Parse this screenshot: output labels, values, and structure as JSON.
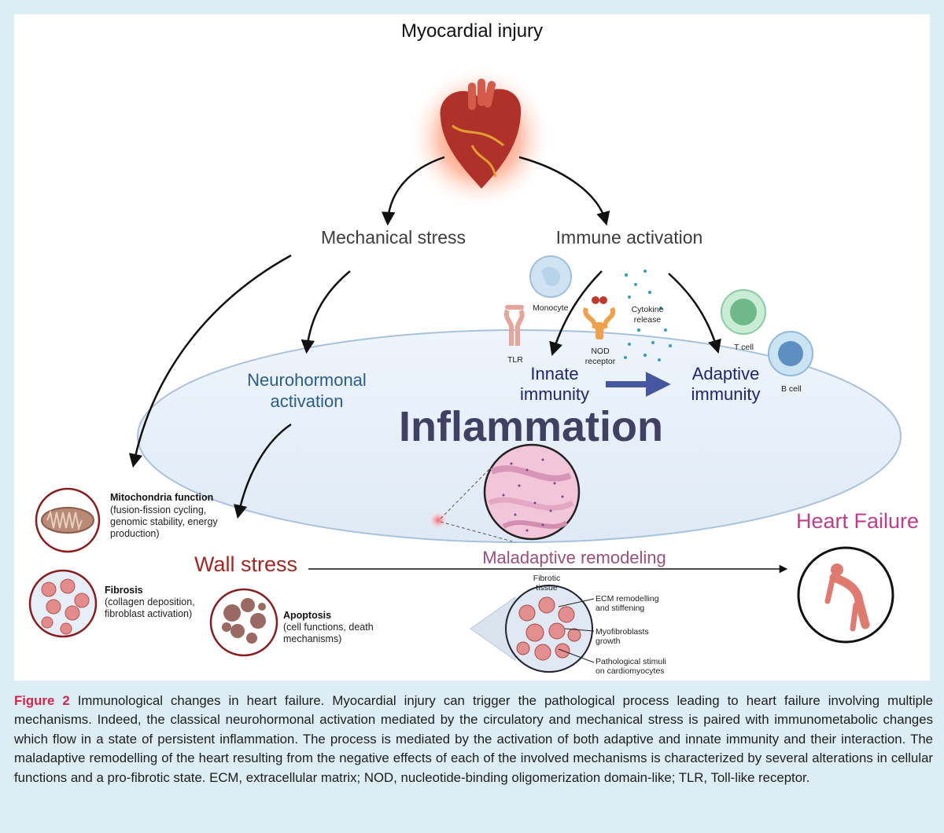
{
  "diagram": {
    "title": "Myocardial injury",
    "mechanical_stress": "Mechanical stress",
    "immune_activation": "Immune activation",
    "neurohormonal": "Neurohormonal activation",
    "innate": "Innate immunity",
    "adaptive": "Adaptive immunity",
    "inflammation": "Inflammation",
    "heart_failure": "Heart Failure",
    "wall_stress": "Wall stress",
    "maladaptive": "Maladaptive remodeling",
    "immune_cells": {
      "monocyte": "Monocyte",
      "tlr": "TLR",
      "nod": "NOD receptor",
      "cytokine": "Cytokine release",
      "t_cell": "T cell",
      "b_cell": "B cell"
    },
    "mitochondria": {
      "title": "Mitochondria function",
      "detail": "(fusion-fission cycling, genomic stability, energy production)"
    },
    "fibrosis": {
      "title": "Fibrosis",
      "detail": "(collagen deposition, fibroblast activation)"
    },
    "apoptosis": {
      "title": "Apoptosis",
      "detail": "(cell functions, death mechanisms)"
    },
    "fibrotic_tissue": {
      "title": "Fibrotic tissue",
      "ecm": "ECM remodelling and stiffening",
      "myofib": "Myofibroblasts growth",
      "stimuli": "Pathological stimuli on cardiomyocytes"
    }
  },
  "caption": {
    "figure_label": "Figure 2",
    "text": "Immunological changes in heart failure. Myocardial injury can trigger the pathological process leading to heart failure involving multiple mechanisms. Indeed, the classical neurohormonal activation mediated by the circulatory and mechanical stress is paired with immunometabolic changes which flow in a state of persistent inflammation. The process is mediated by the activation of both adaptive and innate immunity and their interaction. The maladaptive remodelling of the heart resulting from the negative effects of each of the involved mechanisms is characterized by several alterations in cellular functions and a pro-fibrotic state. ECM, extracellular matrix; NOD, nucleotide-binding oligomerization domain-like; TLR, Toll-like receptor."
  },
  "colors": {
    "background": "#dceef4",
    "figure_label": "#d4234f",
    "heart_failure": "#c03c8c",
    "wall_stress": "#a32620",
    "inflammation": "#404062",
    "immunity": "#1d2670",
    "neurohormonal": "#2a5d8a"
  }
}
